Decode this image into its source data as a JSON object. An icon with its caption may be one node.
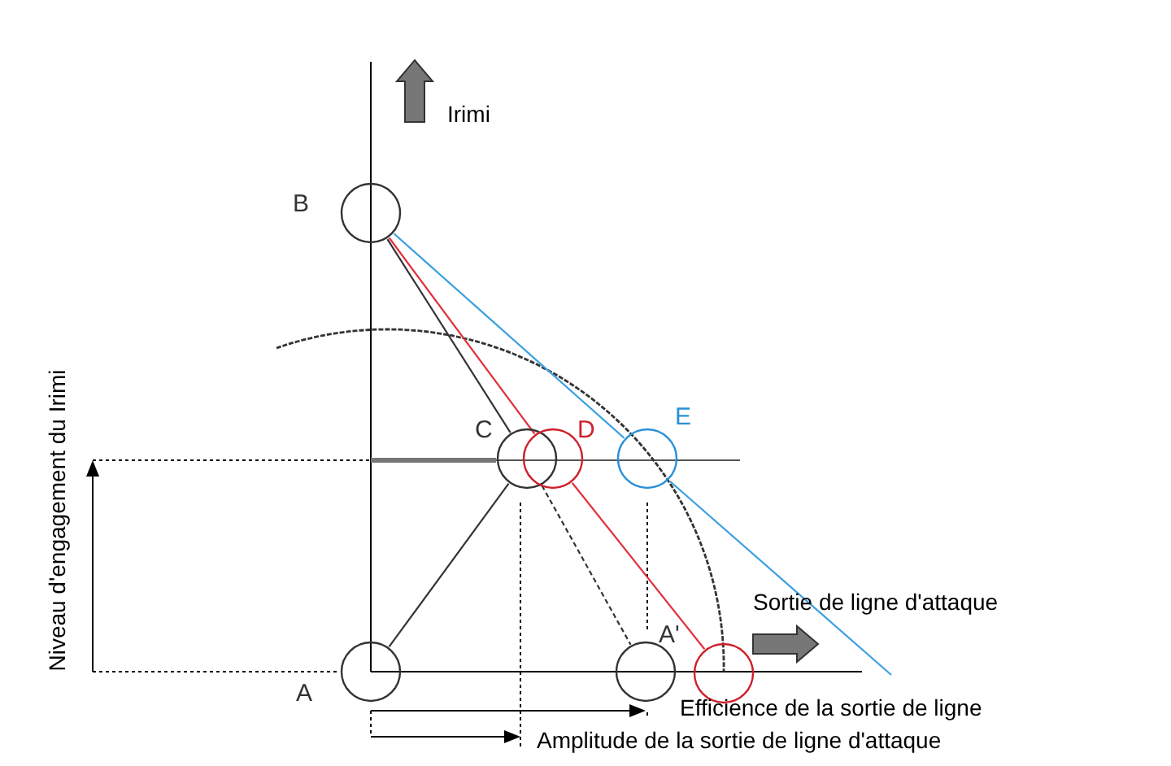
{
  "diagram": {
    "nodes": [
      {
        "text": [],
        "shape": "circle",
        "beside": [
          "B"
        ]
      },
      {
        "text": [],
        "shape": "circle",
        "beside": [
          "C"
        ]
      },
      {
        "text": [],
        "shape": "circle",
        "beside": [
          "D"
        ]
      },
      {
        "text": [],
        "shape": "circle",
        "beside": [
          "E"
        ]
      },
      {
        "text": [],
        "shape": "circle",
        "beside": [
          "A"
        ]
      },
      {
        "text": [],
        "shape": "circle",
        "beside": [
          "A'"
        ]
      },
      {
        "text": [],
        "shape": "circle"
      }
    ],
    "edges": [
      {
        "from": 0,
        "to": 1,
        "arrow": "none"
      },
      {
        "from": 0,
        "to": 2,
        "arrow": "none",
        "color": "#e0303a"
      },
      {
        "from": 2,
        "to": 6,
        "arrow": "none",
        "color": "#e0303a"
      },
      {
        "from": 0,
        "to": 3,
        "arrow": "none",
        "color": "#3aa0e0"
      },
      {
        "from": 4,
        "to": 1,
        "arrow": "none"
      },
      {
        "from": 1,
        "to": 5,
        "arrow": "none",
        "style": "dashed"
      }
    ],
    "labels": [
      "Irimi",
      "Niveau d'engagement du Irimi",
      "Sortie de ligne d'attaque",
      "Efficience de la sortie de ligne",
      "Amplitude de la sortie de ligne d'attaque"
    ]
  }
}
